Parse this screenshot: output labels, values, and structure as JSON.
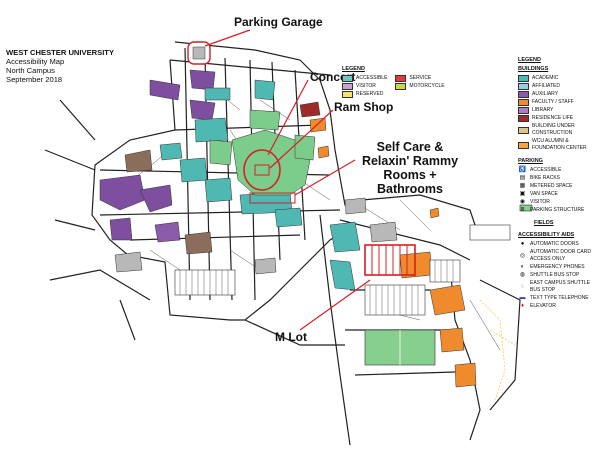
{
  "map": {
    "title_lines": [
      "WEST CHESTER UNIVERSITY",
      "Accessibility Map",
      "North Campus",
      "September 2018"
    ]
  },
  "callouts": {
    "parking_garage": "Parking Garage",
    "concert": "Concert",
    "ram_shop": "Ram Shop",
    "self_care": "Self Care &",
    "relaxin": "Relaxin' Rammy",
    "rooms": "Rooms +",
    "bathrooms": "Bathrooms",
    "m_lot": "M Lot"
  },
  "inner_legend": {
    "header": "LEGEND",
    "items": [
      {
        "label": "ACCESSIBLE",
        "color": "#6fc7c2"
      },
      {
        "label": "VISITOR",
        "color": "#c9a0d8"
      },
      {
        "label": "RESERVED",
        "color": "#f3e36a"
      },
      {
        "label": "SERVICE",
        "color": "#e53a3a"
      },
      {
        "label": "MOTORCYCLE",
        "color": "#c8d84a"
      }
    ]
  },
  "legend": {
    "header": "LEGEND",
    "buildings_header": "BUILDINGS",
    "buildings": [
      {
        "label": "ACADEMIC",
        "color": "#4fb8b3"
      },
      {
        "label": "AFFILIATED",
        "color": "#9ccbe6"
      },
      {
        "label": "AUXILIARY",
        "color": "#8b5aa8"
      },
      {
        "label": "FACULTY / STAFF",
        "color": "#f08a2c"
      },
      {
        "label": "LIBRARY",
        "color": "#b07bc4"
      },
      {
        "label": "RESIDENCE LIFE",
        "color": "#9e2a2a"
      },
      {
        "label": "BUILDING UNDER CONSTRUCTION",
        "color": "#d8c68a"
      },
      {
        "label": "WCU ALUMNI & FOUNDATION CENTER",
        "color": "#f5a640"
      }
    ],
    "parking_header": "PARKING",
    "parking": [
      {
        "label": "ACCESSIBLE",
        "icon": "accessible-icon"
      },
      {
        "label": "BIKE RACKS",
        "icon": "bike-icon"
      },
      {
        "label": "METERED SPACE",
        "icon": "meter-icon"
      },
      {
        "label": "VAN SPACE",
        "icon": "van-icon"
      },
      {
        "label": "VISITOR",
        "icon": "visitor-icon"
      },
      {
        "label": "PARKING STRUCTURE",
        "icon": "parking-structure-icon"
      }
    ],
    "fields_header": "FIELDS",
    "aids_header": "ACCESSIBILITY AIDS",
    "aids": [
      {
        "label": "AUTOMATIC DOORS",
        "icon": "door-icon"
      },
      {
        "label": "AUTOMATIC DOOR CARD ACCESS ONLY",
        "icon": "card-door-icon"
      },
      {
        "label": "EMERGENCY PHONES",
        "icon": "phone-icon"
      },
      {
        "label": "SHUTTLE BUS STOP",
        "icon": "bus-stop-icon"
      },
      {
        "label": "EAST CAMPUS SHUTTLE BUS STOP",
        "icon": "east-bus-stop-icon"
      },
      {
        "label": "TEXT TYPE TELEPHONE",
        "icon": "tty-icon"
      },
      {
        "label": "ELEVATOR",
        "icon": "elevator-icon"
      }
    ]
  },
  "colors": {
    "teal": "#4fb8b3",
    "green": "#7ccd8c",
    "purple": "#7d4f9e",
    "orange": "#ef8a2d",
    "red": "#d61f26",
    "field": "#86cf8e",
    "gray": "#b8b8b8"
  }
}
